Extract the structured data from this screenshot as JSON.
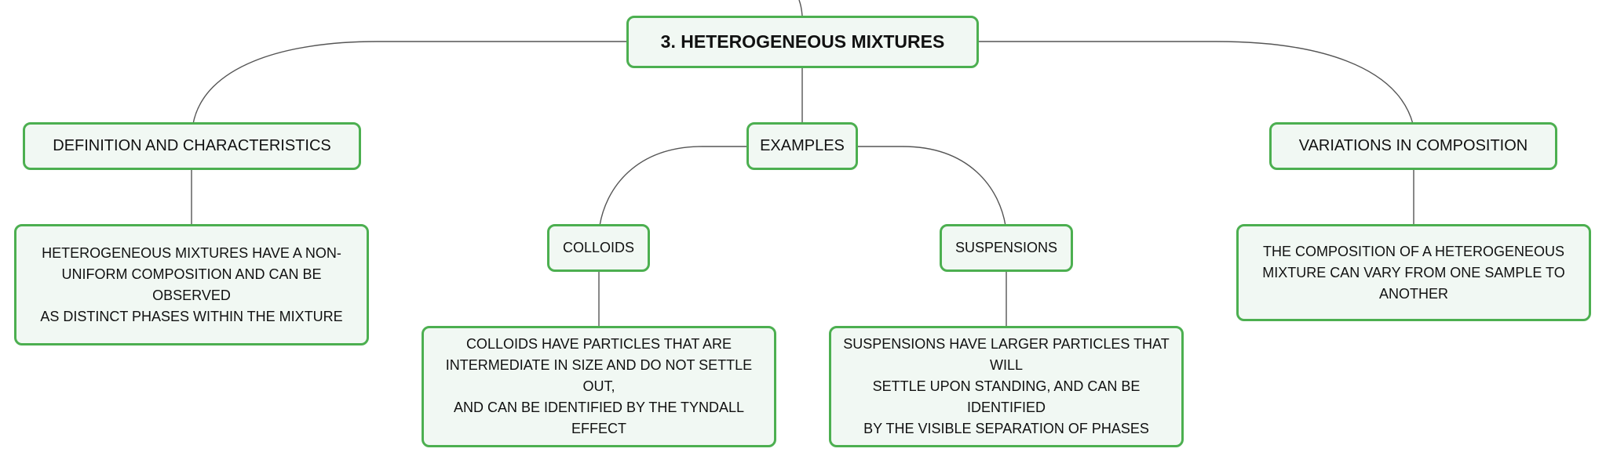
{
  "diagram": {
    "root": {
      "label": "3. HETEROGENEOUS MIXTURES"
    },
    "definition": {
      "label": "DEFINITION AND CHARACTERISTICS",
      "detail": [
        "HETEROGENEOUS MIXTURES HAVE A NON-",
        "UNIFORM COMPOSITION AND CAN BE OBSERVED",
        "AS DISTINCT PHASES WITHIN THE MIXTURE"
      ]
    },
    "examples": {
      "label": "EXAMPLES",
      "colloids": {
        "label": "COLLOIDS",
        "detail": [
          "COLLOIDS HAVE PARTICLES THAT ARE",
          "INTERMEDIATE IN SIZE AND DO NOT SETTLE OUT,",
          "AND CAN BE IDENTIFIED BY THE TYNDALL EFFECT"
        ]
      },
      "suspensions": {
        "label": "SUSPENSIONS",
        "detail": [
          "SUSPENSIONS HAVE LARGER PARTICLES THAT WILL",
          "SETTLE UPON STANDING, AND CAN BE IDENTIFIED",
          "BY THE VISIBLE SEPARATION OF PHASES"
        ]
      }
    },
    "variations": {
      "label": "VARIATIONS IN COMPOSITION",
      "detail": [
        "THE COMPOSITION OF A HETEROGENEOUS",
        "MIXTURE CAN VARY FROM ONE SAMPLE TO",
        "ANOTHER"
      ]
    }
  },
  "colors": {
    "node_border": "#4caf50",
    "node_fill": "#f1f8f3",
    "connector": "#555555",
    "text": "#111111"
  }
}
